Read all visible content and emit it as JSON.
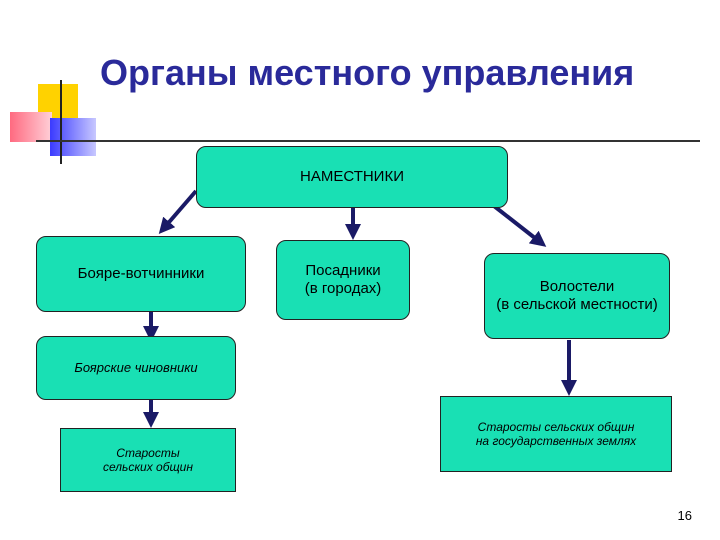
{
  "slide": {
    "title": "Органы местного управления",
    "page_number": "16",
    "colors": {
      "box_fill": "#19e0b4",
      "arrow": "#1a1a66",
      "title": "#2a2a9a"
    }
  },
  "diagram": {
    "root": "НАМЕСТНИКИ",
    "boyare": "Бояре-вотчинники",
    "posadniki": "Посадники\n(в городах)",
    "volosteli": "Волостели\n(в сельской местности)",
    "boyar_officials": "Боярские чиновники",
    "elders_communes": "Старосты\nсельских общин",
    "elders_state_lands": "Старосты сельских общин\nна государственных землях"
  }
}
